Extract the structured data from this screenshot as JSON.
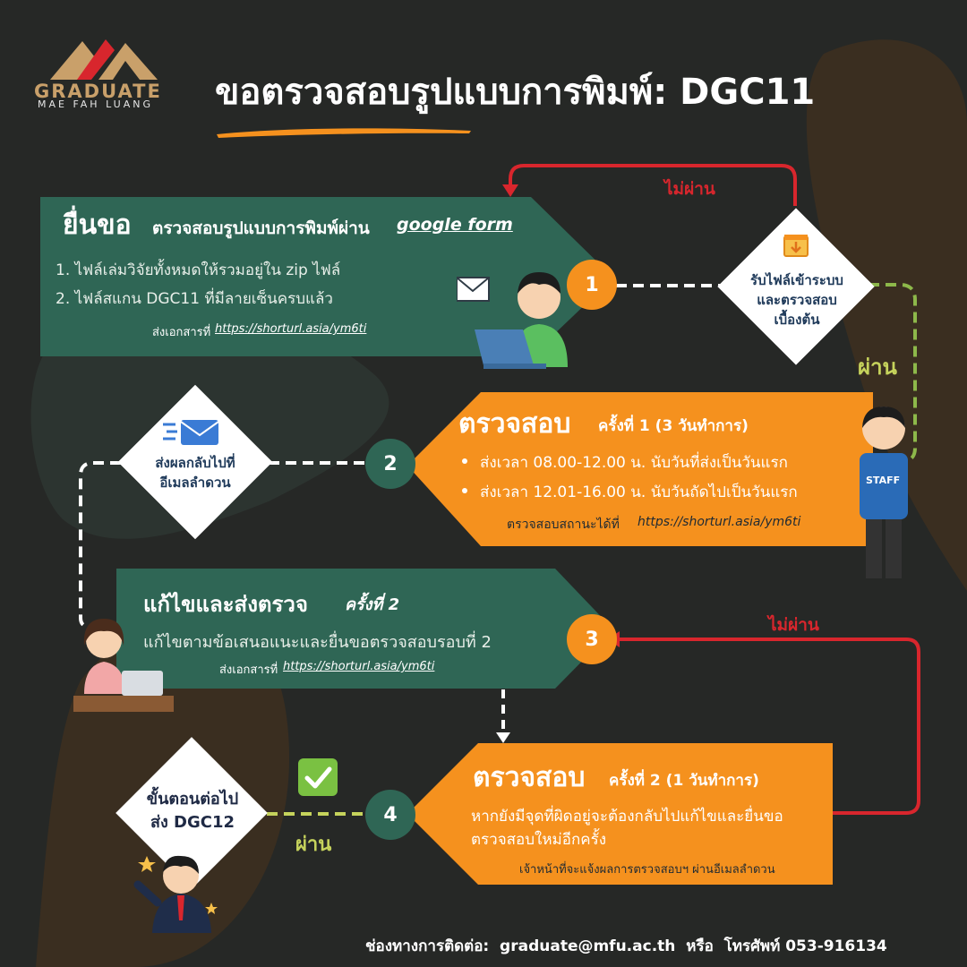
{
  "logo": {
    "line1": "GRADUATE",
    "line2": "MAE FAH LUANG"
  },
  "title": "ขอตรวจสอบรูปแบบการพิมพ์: DGC11",
  "step1": {
    "heading_big": "ยื่นขอ",
    "heading_rest": "ตรวจสอบรูปแบบการพิมพ์ผ่าน",
    "heading_link": "google form",
    "item1": "1. ไฟล์เล่มวิจัยทั้งหมดให้รวมอยู่ใน zip ไฟล์",
    "item2": "2. ไฟล์สแกน DGC11 ที่มีลายเซ็นครบแล้ว",
    "submit_prefix": "ส่งเอกสารที่",
    "submit_link": "https://shorturl.asia/ym6ti",
    "number": "1"
  },
  "receive_diamond": {
    "line1": "รับไฟล์เข้าระบบ",
    "line2": "และตรวจสอบ",
    "line3": "เบื้องต้น"
  },
  "labels": {
    "fail_top": "ไม่ผ่าน",
    "pass_right": "ผ่าน",
    "fail_mid": "ไม่ผ่าน",
    "pass_bottom": "ผ่าน"
  },
  "step2": {
    "heading_big": "ตรวจสอบ",
    "heading_rest": "ครั้งที่ 1 (3 วันทำการ)",
    "bullet1": "ส่งเวลา 08.00-12.00 น. นับวันที่ส่งเป็นวันแรก",
    "bullet2": "ส่งเวลา 12.01-16.00 น. นับวันถัดไปเป็นวันแรก",
    "status_prefix": "ตรวจสอบสถานะได้ที่",
    "status_link": "https://shorturl.asia/ym6ti",
    "number": "2"
  },
  "staff_badge": "STAFF",
  "email_diamond": {
    "line1": "ส่งผลกลับไปที่",
    "line2": "อีเมลลำดวน"
  },
  "step3": {
    "heading": "แก้ไขและส่งตรวจ",
    "heading_rest": "ครั้งที่ 2",
    "desc": "แก้ไขตามข้อเสนอแนะและยื่นขอตรวจสอบรอบที่ 2",
    "submit_prefix": "ส่งเอกสารที่",
    "submit_link": "https://shorturl.asia/ym6ti",
    "number": "3"
  },
  "step4": {
    "heading_big": "ตรวจสอบ",
    "heading_rest": "ครั้งที่ 2 (1 วันทำการ)",
    "desc1": "หากยังมีจุดที่ผิดอยู่จะต้องกลับไปแก้ไขและยื่นขอ",
    "desc2": "ตรวจสอบใหม่อีกครั้ง",
    "note": "เจ้าหน้าที่จะแจ้งผลการตรวจสอบฯ ผ่านอีเมลลำดวน",
    "number": "4"
  },
  "next_diamond": {
    "line1": "ขั้นตอนต่อไป",
    "line2": "ส่ง DGC12"
  },
  "contact": {
    "prefix": "ช่องทางการติดต่อ:",
    "email": "graduate@mfu.ac.th",
    "or": "หรือ",
    "phone": "โทรศัพท์ 053-916134"
  },
  "colors": {
    "background": "#262826",
    "green_panel": "#2f6655",
    "orange_panel": "#f5911e",
    "red_line": "#d8262d",
    "pass_green": "#8db84a"
  },
  "icons": [
    "graduate-logo-icon",
    "email-icon",
    "download-box-icon",
    "send-mail-icon",
    "check-icon"
  ]
}
